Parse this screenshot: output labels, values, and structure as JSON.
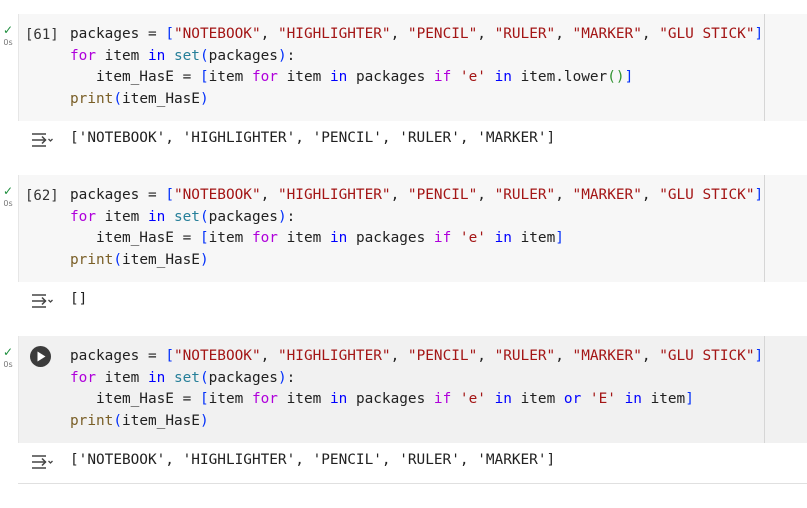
{
  "cells": [
    {
      "status": "✓",
      "time": "0s",
      "exec_label": "[61]",
      "code_lines": [
        [
          [
            "plain",
            "packages = "
          ],
          [
            "p1",
            "["
          ],
          [
            "str",
            "\"NOTEBOOK\""
          ],
          [
            "plain",
            ", "
          ],
          [
            "str",
            "\"HIGHLIGHTER\""
          ],
          [
            "plain",
            ", "
          ],
          [
            "str",
            "\"PENCIL\""
          ],
          [
            "plain",
            ", "
          ],
          [
            "str",
            "\"RULER\""
          ],
          [
            "plain",
            ", "
          ],
          [
            "str",
            "\"MARKER\""
          ],
          [
            "plain",
            ", "
          ],
          [
            "str",
            "\"GLU STICK\""
          ],
          [
            "p1",
            "]"
          ]
        ],
        [
          [
            "kw",
            "for"
          ],
          [
            "plain",
            " item "
          ],
          [
            "kb",
            "in"
          ],
          [
            "plain",
            " "
          ],
          [
            "bi",
            "set"
          ],
          [
            "p1",
            "("
          ],
          [
            "plain",
            "packages"
          ],
          [
            "p1",
            ")"
          ],
          [
            "plain",
            ":"
          ]
        ],
        [
          [
            "plain",
            "   item_HasE = "
          ],
          [
            "p1",
            "["
          ],
          [
            "plain",
            "item "
          ],
          [
            "kw",
            "for"
          ],
          [
            "plain",
            " item "
          ],
          [
            "kb",
            "in"
          ],
          [
            "plain",
            " packages "
          ],
          [
            "kw",
            "if"
          ],
          [
            "plain",
            " "
          ],
          [
            "str",
            "'e'"
          ],
          [
            "plain",
            " "
          ],
          [
            "kb",
            "in"
          ],
          [
            "plain",
            " item.lower"
          ],
          [
            "p2",
            "()"
          ],
          [
            "p1",
            "]"
          ]
        ],
        [
          [
            "fn",
            "print"
          ],
          [
            "p1",
            "("
          ],
          [
            "plain",
            "item_HasE"
          ],
          [
            "p1",
            ")"
          ]
        ]
      ],
      "output": "['NOTEBOOK', 'HIGHLIGHTER', 'PENCIL', 'RULER', 'MARKER']"
    },
    {
      "status": "✓",
      "time": "0s",
      "exec_label": "[62]",
      "code_lines": [
        [
          [
            "plain",
            "packages = "
          ],
          [
            "p1",
            "["
          ],
          [
            "str",
            "\"NOTEBOOK\""
          ],
          [
            "plain",
            ", "
          ],
          [
            "str",
            "\"HIGHLIGHTER\""
          ],
          [
            "plain",
            ", "
          ],
          [
            "str",
            "\"PENCIL\""
          ],
          [
            "plain",
            ", "
          ],
          [
            "str",
            "\"RULER\""
          ],
          [
            "plain",
            ", "
          ],
          [
            "str",
            "\"MARKER\""
          ],
          [
            "plain",
            ", "
          ],
          [
            "str",
            "\"GLU STICK\""
          ],
          [
            "p1",
            "]"
          ]
        ],
        [
          [
            "kw",
            "for"
          ],
          [
            "plain",
            " item "
          ],
          [
            "kb",
            "in"
          ],
          [
            "plain",
            " "
          ],
          [
            "bi",
            "set"
          ],
          [
            "p1",
            "("
          ],
          [
            "plain",
            "packages"
          ],
          [
            "p1",
            ")"
          ],
          [
            "plain",
            ":"
          ]
        ],
        [
          [
            "plain",
            "   item_HasE = "
          ],
          [
            "p1",
            "["
          ],
          [
            "plain",
            "item "
          ],
          [
            "kw",
            "for"
          ],
          [
            "plain",
            " item "
          ],
          [
            "kb",
            "in"
          ],
          [
            "plain",
            " packages "
          ],
          [
            "kw",
            "if"
          ],
          [
            "plain",
            " "
          ],
          [
            "str",
            "'e'"
          ],
          [
            "plain",
            " "
          ],
          [
            "kb",
            "in"
          ],
          [
            "plain",
            " item"
          ],
          [
            "p1",
            "]"
          ]
        ],
        [
          [
            "fn",
            "print"
          ],
          [
            "p1",
            "("
          ],
          [
            "plain",
            "item_HasE"
          ],
          [
            "p1",
            ")"
          ]
        ]
      ],
      "output": "[]"
    },
    {
      "status": "✓",
      "time": "0s",
      "exec_label": "",
      "code_lines": [
        [
          [
            "plain",
            "packages = "
          ],
          [
            "p1",
            "["
          ],
          [
            "str",
            "\"NOTEBOOK\""
          ],
          [
            "plain",
            ", "
          ],
          [
            "str",
            "\"HIGHLIGHTER\""
          ],
          [
            "plain",
            ", "
          ],
          [
            "str",
            "\"PENCIL\""
          ],
          [
            "plain",
            ", "
          ],
          [
            "str",
            "\"RULER\""
          ],
          [
            "plain",
            ", "
          ],
          [
            "str",
            "\"MARKER\""
          ],
          [
            "plain",
            ", "
          ],
          [
            "str",
            "\"GLU STICK\""
          ],
          [
            "p1",
            "]"
          ]
        ],
        [
          [
            "kw",
            "for"
          ],
          [
            "plain",
            " item "
          ],
          [
            "kb",
            "in"
          ],
          [
            "plain",
            " "
          ],
          [
            "bi",
            "set"
          ],
          [
            "p1",
            "("
          ],
          [
            "plain",
            "packages"
          ],
          [
            "p1",
            ")"
          ],
          [
            "plain",
            ":"
          ]
        ],
        [
          [
            "plain",
            "   item_HasE = "
          ],
          [
            "p1",
            "["
          ],
          [
            "plain",
            "item "
          ],
          [
            "kw",
            "for"
          ],
          [
            "plain",
            " item "
          ],
          [
            "kb",
            "in"
          ],
          [
            "plain",
            " packages "
          ],
          [
            "kw",
            "if"
          ],
          [
            "plain",
            " "
          ],
          [
            "str",
            "'e'"
          ],
          [
            "plain",
            " "
          ],
          [
            "kb",
            "in"
          ],
          [
            "plain",
            " item "
          ],
          [
            "kb",
            "or"
          ],
          [
            "plain",
            " "
          ],
          [
            "str",
            "'E'"
          ],
          [
            "plain",
            " "
          ],
          [
            "kb",
            "in"
          ],
          [
            "plain",
            " item"
          ],
          [
            "p1",
            "]"
          ]
        ],
        [
          [
            "fn",
            "print"
          ],
          [
            "p1",
            "("
          ],
          [
            "plain",
            "item_HasE"
          ],
          [
            "p1",
            ")"
          ]
        ]
      ],
      "output": "['NOTEBOOK', 'HIGHLIGHTER', 'PENCIL', 'RULER', 'MARKER']"
    }
  ],
  "icons": {
    "run": "play-circle-icon",
    "output_toggle": "output-collapse-icon",
    "status": "checkmark-icon"
  },
  "colors": {
    "keyword": "#af00db",
    "keyword_blue": "#0000ff",
    "string": "#a31515",
    "function": "#795e26",
    "builtin": "#267f99",
    "check": "#1e8e3e"
  }
}
